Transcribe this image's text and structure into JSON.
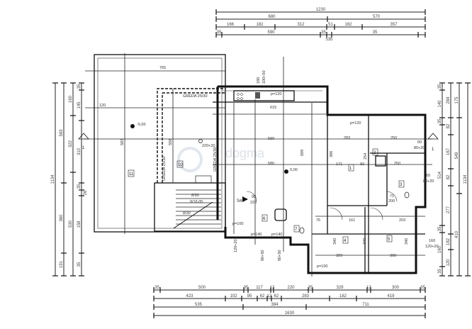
{
  "drawing": {
    "watermark": "dogma",
    "dimensions": {
      "top": [
        [
          "1230"
        ],
        [
          "680",
          "570"
        ],
        [
          "166",
          "182",
          "312",
          "51",
          "162",
          "357"
        ],
        [
          "35",
          "590",
          "35",
          "535",
          "35"
        ]
      ],
      "bottom": [
        [
          "35",
          "500",
          "35",
          "117",
          "12",
          "220",
          "35",
          "329",
          "12",
          "300",
          "35"
        ],
        [
          "423",
          "102",
          "95",
          "62",
          "12",
          "62",
          "283",
          "182",
          "419"
        ],
        [
          "535",
          "384",
          "711"
        ],
        [
          "1630"
        ]
      ],
      "left": [
        [
          "1134"
        ],
        [
          "583",
          "360",
          "191"
        ],
        [
          "160",
          "322",
          "530"
        ],
        [
          "35",
          "145",
          "310",
          "35",
          "26",
          "158",
          "35"
        ]
      ],
      "right": [
        [
          "35",
          "140",
          "35",
          "514",
          "35",
          "160",
          "35"
        ],
        [
          "284",
          "82",
          "167",
          "82",
          "277",
          "182",
          "120"
        ],
        [
          "175",
          "549",
          "410"
        ],
        [
          "1134"
        ]
      ]
    },
    "labels": {
      "roof_width": "765",
      "roof_height": "583",
      "roof_dim_120": "120",
      "beam_top": "GREDA 25/30",
      "beam_left": "GREDA 25/30",
      "beam_right": "GREDA 25/30",
      "kitchen_opening": "p=120",
      "room_width_615": "615",
      "dim_590": "590",
      "dim_580": "580",
      "dim_699": "699",
      "dim_558": "558",
      "window_220": "220+20",
      "window_top": "100+50",
      "window_top_h": "180",
      "window_right_top": "p=120",
      "window_w_100": "100",
      "window_w_120": "120+20",
      "bath_opening": "p=140",
      "right_window": "80+20",
      "right_window_w": "60",
      "right_window2": "80+20",
      "right_window2_w": "60",
      "right_window3": "120+20",
      "right_window3_w": "160",
      "dim_283": "283",
      "dim_171": "171",
      "dim_250": "250",
      "dim_250b": "250",
      "dim_92": "92",
      "dim_386": "386",
      "dim_254": "254",
      "dim_76": "76",
      "dim_161": "161",
      "dim_203": "203",
      "dim_329": "329",
      "dim_300": "300",
      "dim_340a": "340",
      "dim_340b": "340",
      "dim_340c": "340",
      "door_71": "71",
      "door_200": "200",
      "entry_90": "90",
      "entry_220": "220",
      "entry_s4": "S4",
      "p100a": "p=100",
      "p140a": "p=140",
      "p140b": "p=140",
      "p100b": "p=100",
      "w_120_20": "120+20",
      "w_80_50a": "80+50",
      "w_80_50b": "80+50",
      "stair_a": "8/30",
      "stair_b": "9/16,05",
      "stair_c": "8/30",
      "level_a": "-5,00",
      "level_b": "0,00",
      "section_mark": "1",
      "section_mark_r": "1",
      "room_11": "11",
      "room_10": "10",
      "room_1": "1",
      "room_2": "2",
      "room_3": "3",
      "room_4": "4",
      "room_5": "5",
      "room_6": "6",
      "room_7": "7"
    }
  }
}
